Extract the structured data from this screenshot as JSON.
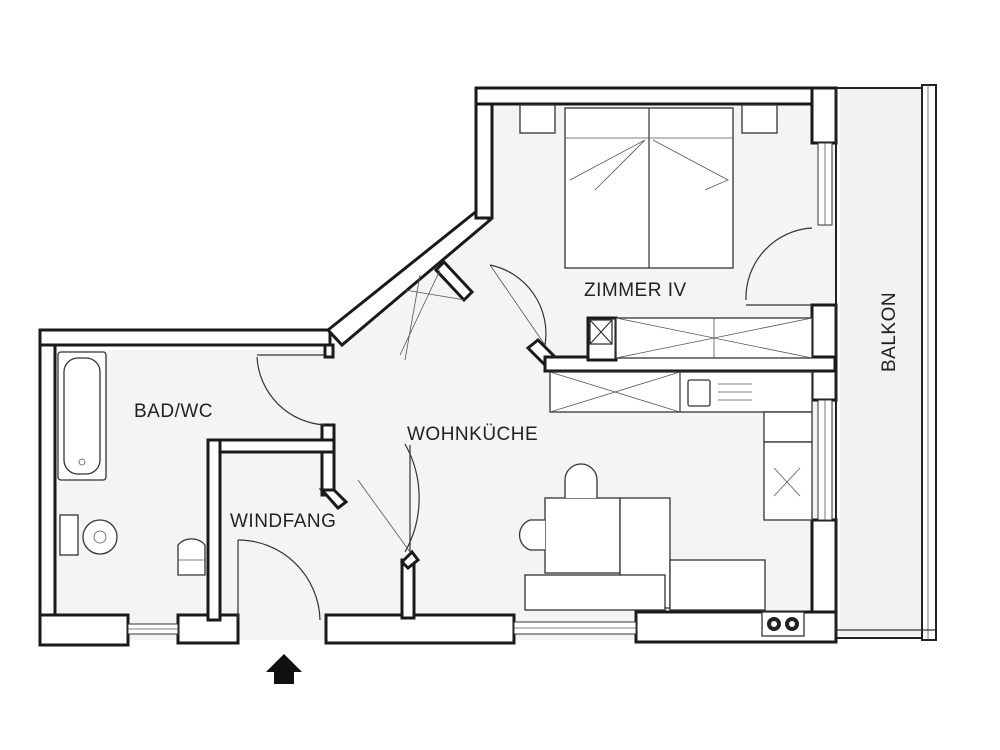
{
  "rooms": {
    "zimmer": "ZIMMER IV",
    "bad": "BAD/WC",
    "wohnkueche": "WOHNKÜCHE",
    "windfang": "WINDFANG",
    "balkon": "BALKON"
  },
  "colors": {
    "wall": "#1a1a1a",
    "background": "#ffffff",
    "line": "#333333"
  },
  "icons": {
    "entrance": "entrance-arrow-icon"
  }
}
